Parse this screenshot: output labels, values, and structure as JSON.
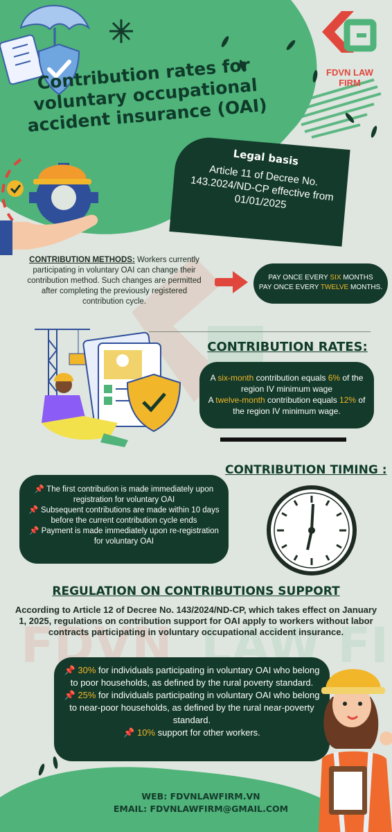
{
  "brand": {
    "logo_text": "FDVN LAW FIRM",
    "colors": {
      "primary_green": "#4fb37a",
      "dark_green": "#133a2a",
      "accent_yellow": "#f2b62b",
      "accent_red": "#e0463c"
    }
  },
  "title": "Contribution rates for voluntary occupational accident insurance (OAI)",
  "legal_basis": {
    "heading": "Legal basis",
    "body": "Article 11 of Decree No. 143.2024/ND-CP effective from 01/01/2025"
  },
  "methods": {
    "label": "CONTRIBUTION METHODS:",
    "text": " Workers currently participating in voluntary OAI can change their contribution method. Such changes are permitted after completing the previously registered contribution cycle.",
    "option1_pre": "PAY ONCE EVERY ",
    "option1_hl": "SIX",
    "option1_post": " MONTHS",
    "option2_pre": "PAY ONCE EVERY ",
    "option2_hl": "TWELVE",
    "option2_post": " MONTHS."
  },
  "rates": {
    "heading": "CONTRIBUTION RATES:",
    "r1_pre": "A ",
    "r1_hl1": "six-month",
    "r1_mid": " contribution equals ",
    "r1_hl2": "6%",
    "r1_post": " of the region IV minimum wage",
    "r2_pre": "A ",
    "r2_hl1": "twelve-month",
    "r2_mid": " contribution equals ",
    "r2_hl2": "12%",
    "r2_post": " of the region IV minimum wage."
  },
  "timing": {
    "heading": "CONTRIBUTION TIMING :",
    "items": [
      "The first contribution is made immediately upon registration for voluntary OAI",
      "Subsequent contributions are made within 10 days before the current contribution cycle ends",
      "Payment is made immediately upon re-registration for voluntary OAI"
    ]
  },
  "support": {
    "heading": "REGULATION ON CONTRIBUTIONS SUPPORT",
    "intro": "According to Article 12 of Decree No. 143/2024/ND-CP, which takes effect on January 1, 2025, regulations on contribution support for OAI apply to workers without labor contracts participating in voluntary occupational accident insurance.",
    "items": [
      {
        "pct": "30%",
        "text": " for individuals participating in voluntary OAI who belong to poor households, as defined by the rural poverty standard."
      },
      {
        "pct": "25%",
        "text": " for individuals participating in voluntary OAI who belong to near-poor households, as defined by the rural near-poverty standard."
      },
      {
        "pct": "10%",
        "text": " support for other workers."
      }
    ]
  },
  "footer": {
    "web": "WEB: FDVNLAWFIRM.VN",
    "email": "EMAIL: FDVNLAWFIRM@GMAIL.COM"
  },
  "icons": [
    "umbrella-checklist-icon",
    "shield-check-icon",
    "gear-hand-icon",
    "right-arrow-icon",
    "worker-documents-icon",
    "clock-icon",
    "pin-icon",
    "worker-woman-icon",
    "logo-icon"
  ]
}
